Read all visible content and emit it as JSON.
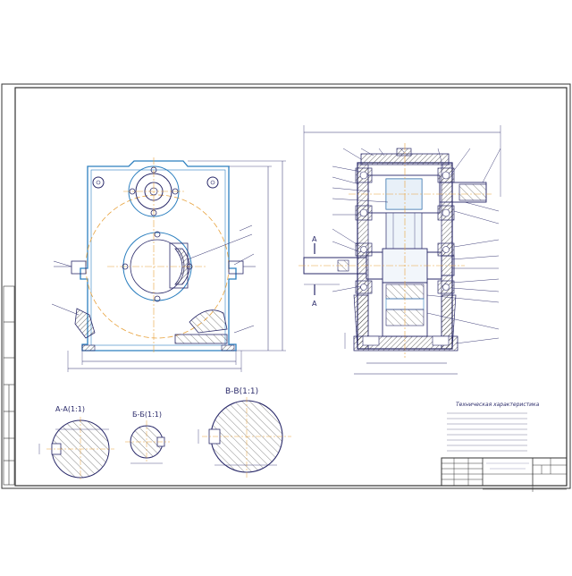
{
  "sections": {
    "a": "А-А(1:1)",
    "b": "Б-Б(1:1)",
    "v": "В-В(1:1)"
  },
  "cut_marks": {
    "a_top": "А",
    "a_bottom": "А"
  },
  "tech_title": "Техническая характеристика",
  "colors": {
    "line": "#2a2a6a",
    "blue": "#2c7fbf",
    "orange": "#e8a23c",
    "hatch": "#444444"
  }
}
